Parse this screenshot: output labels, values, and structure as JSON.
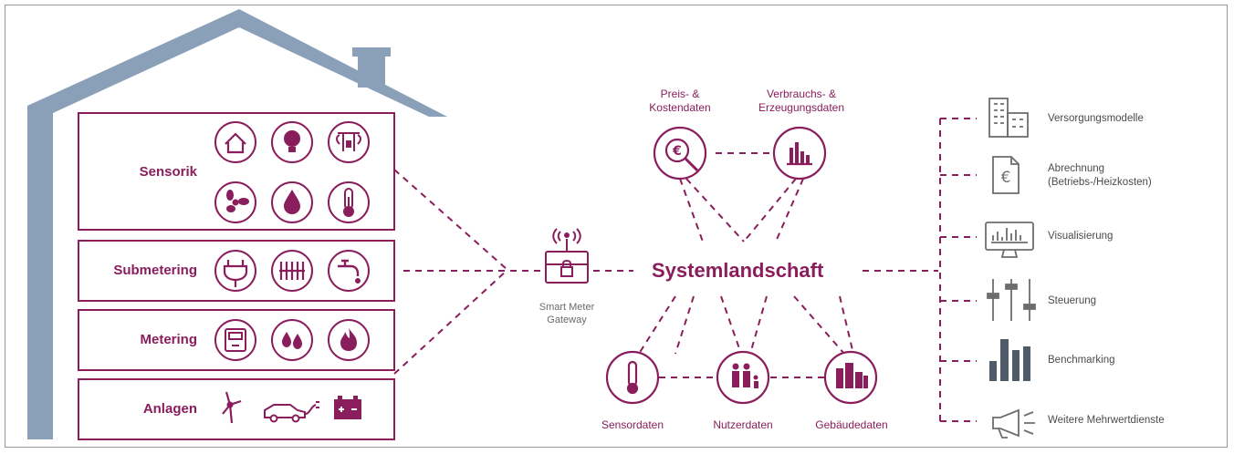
{
  "house": {
    "rows": [
      {
        "label": "Sensorik"
      },
      {
        "label": "Submetering"
      },
      {
        "label": "Metering"
      },
      {
        "label": "Anlagen"
      }
    ]
  },
  "gateway": {
    "line1": "Smart Meter",
    "line2": "Gateway"
  },
  "center": {
    "label": "Systemlandschaft"
  },
  "data_nodes": {
    "price": {
      "line1": "Preis- &",
      "line2": "Kostendaten"
    },
    "consumption": {
      "line1": "Verbrauchs- &",
      "line2": "Erzeugungsdaten"
    },
    "sensor": {
      "label": "Sensordaten"
    },
    "user": {
      "label": "Nutzerdaten"
    },
    "building": {
      "label": "Gebäudedaten"
    }
  },
  "services": [
    {
      "label": "Versorgungsmodelle",
      "icon": "building-icon"
    },
    {
      "label": "Abrechnung",
      "label2": "(Betriebs-/Heizkosten)",
      "icon": "invoice-euro-icon"
    },
    {
      "label": "Visualisierung",
      "icon": "monitor-chart-icon"
    },
    {
      "label": "Steuerung",
      "icon": "sliders-icon"
    },
    {
      "label": "Benchmarking",
      "icon": "bar-chart-icon"
    },
    {
      "label": "Weitere Mehrwertdienste",
      "icon": "megaphone-icon"
    }
  ],
  "colors": {
    "accent": "#8a1d5c",
    "house": "#8aa0b8",
    "grey": "#6d6d6d"
  }
}
